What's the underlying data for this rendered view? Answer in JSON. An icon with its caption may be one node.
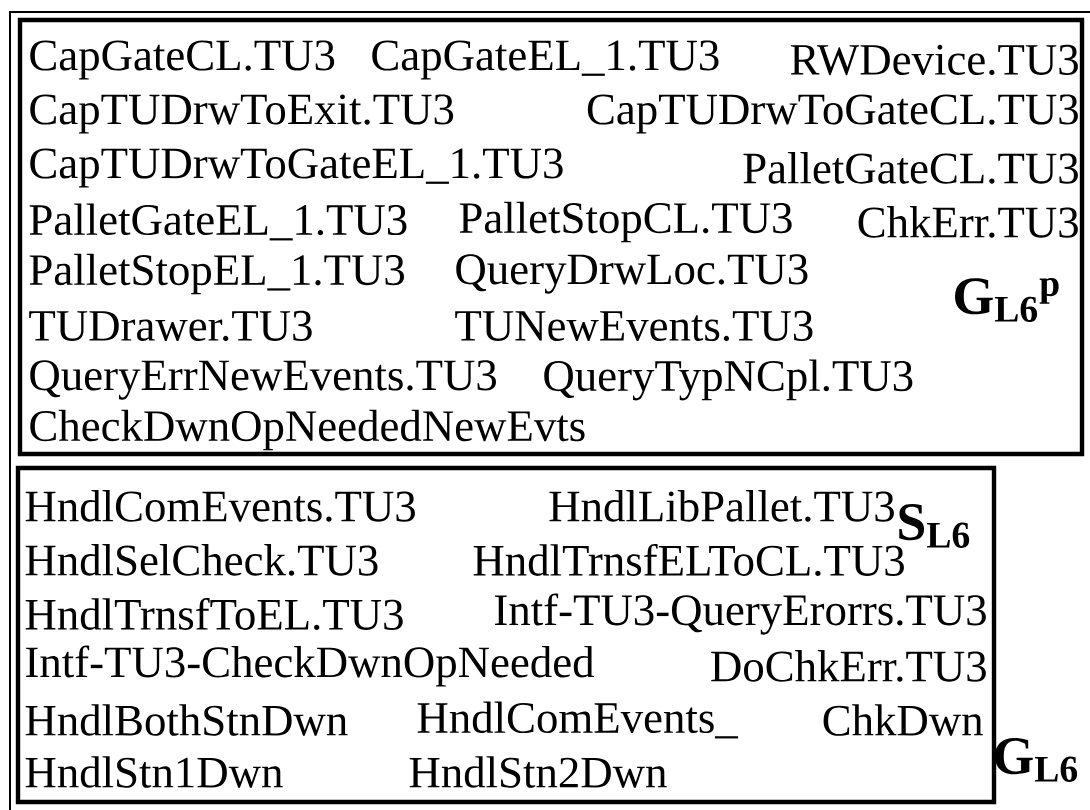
{
  "diagram": {
    "nodes": [
      {
        "text": [
          "G$_{L6}$"
        ]
      },
      {
        "text": [
          "CapGateCL.TU3",
          "CapGateEL_1.TU3",
          "RWDevice.TU3",
          "CapTUDrwToExit.TU3",
          "CapTUDrwToGateCL.TU3",
          "CapTUDrwToGateEL_1.TU3",
          "PalletGateCL.TU3",
          "PalletGateEL_1.TU3",
          "PalletStopCL.TU3",
          "ChkErr.TU3",
          "PalletStopEL_1.TU3",
          "QueryDrwLoc.TU3",
          "G$_{L6}$$^{p}$",
          "TUDrawer.TU3",
          "TUNewEvents.TU3",
          "QueryErrNewEvents.TU3",
          "QueryTypNCpl.TU3",
          "CheckDwnOpNeededNewEvts"
        ],
        "in": 0
      },
      {
        "text": [
          "HndlComEvents.TU3",
          "HndlLibPallet.TU3",
          "S$_{L6}$",
          "HndlSelCheck.TU3",
          "HndlTrnsfELToCL.TU3",
          "HndlTrnsfToEL.TU3",
          "Intf-TU3-QueryErorrs.TU3",
          "Intf-TU3-CheckDwnOpNeeded",
          "DoChkErr.TU3",
          "HndlBothStnDwn",
          "HndlComEvents_",
          "ChkDwn",
          "HndlStn1Dwn",
          "HndlStn2Dwn"
        ],
        "in": 0
      }
    ]
  }
}
